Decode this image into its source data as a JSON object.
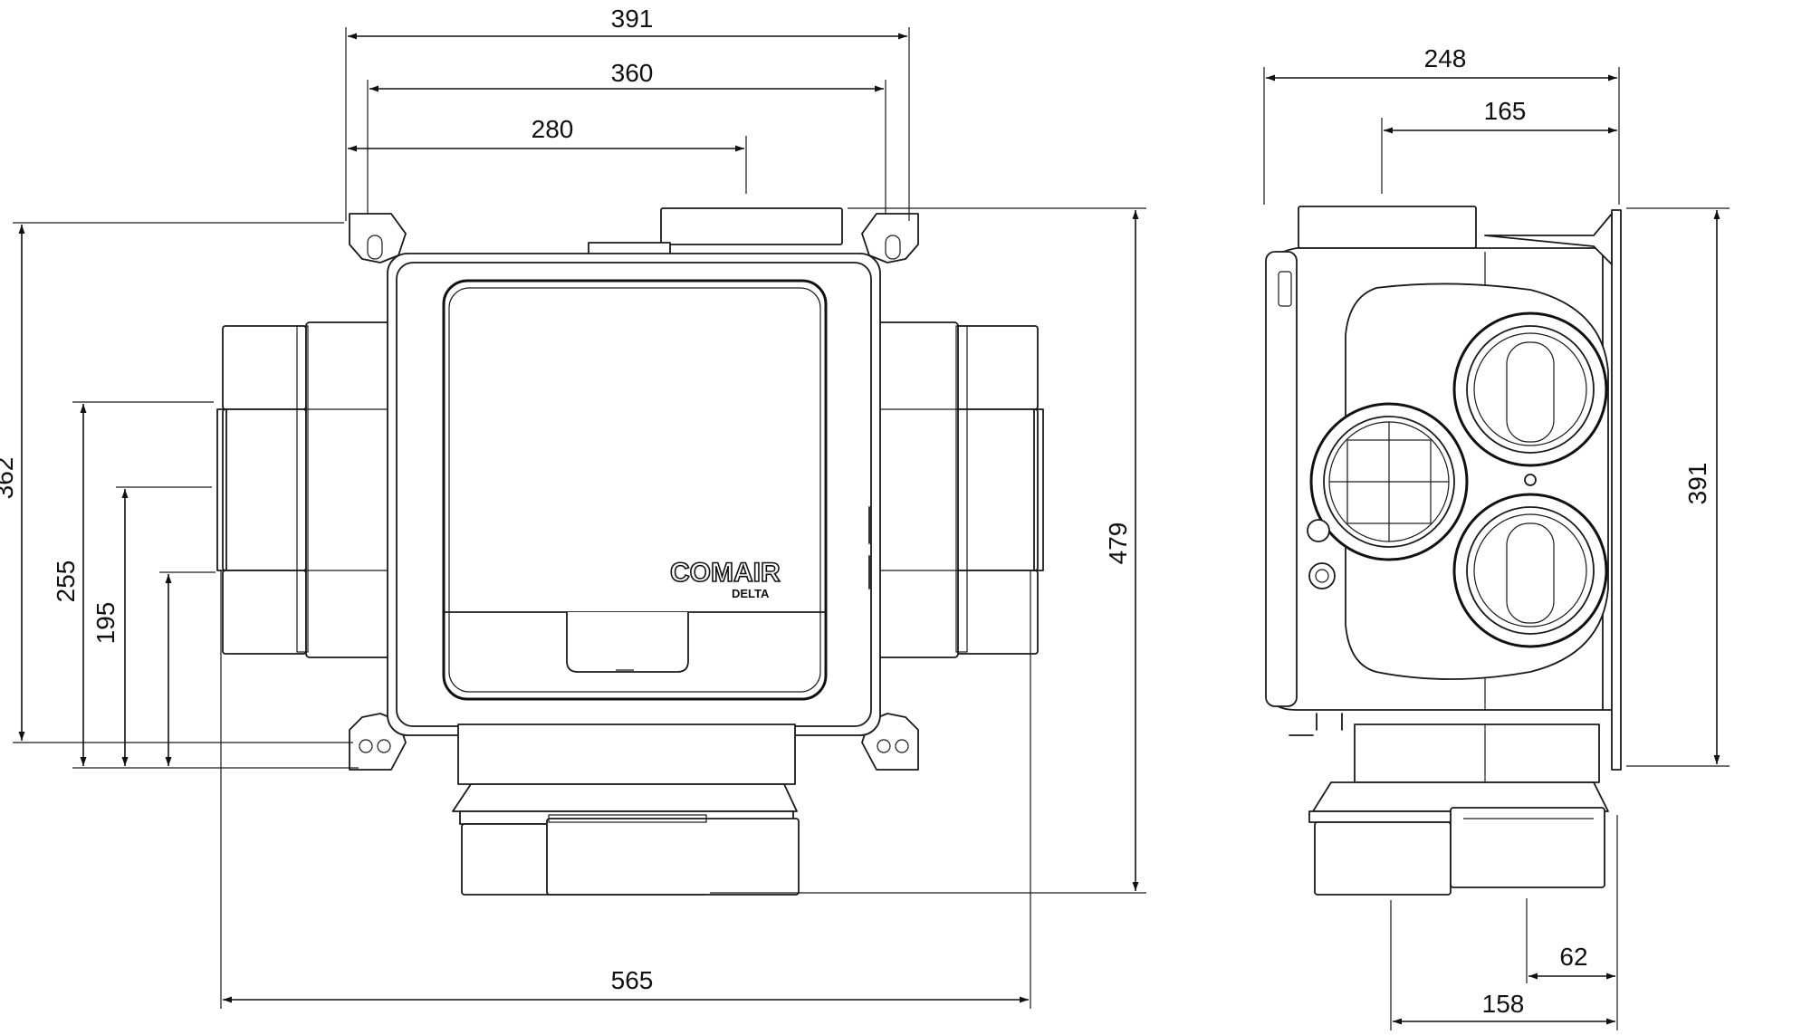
{
  "brand": {
    "name": "COMAIR",
    "model": "DELTA"
  },
  "front_view": {
    "dimensions": {
      "top_overall": "391",
      "top_mid": "360",
      "top_inner": "280",
      "left_height": "362",
      "left_mid": "255",
      "left_inner": "195",
      "right_height": "479",
      "bottom_width": "565"
    }
  },
  "side_view": {
    "dimensions": {
      "top_overall": "248",
      "top_inner": "165",
      "right_height": "391",
      "bottom_small": "62",
      "bottom_width": "158"
    }
  }
}
